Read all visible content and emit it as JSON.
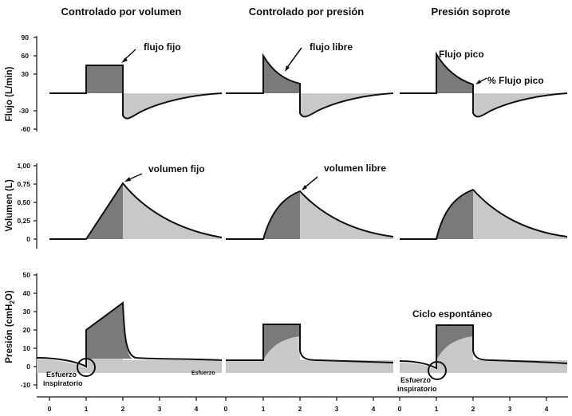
{
  "headers": {
    "volume_controlled": "Controlado por volumen",
    "pressure_controlled": "Controlado por presión",
    "pressure_support": "Presión soprote"
  },
  "axes": {
    "flow_label": "Flujo  (L/min)",
    "volume_label": "Volumen (L)",
    "pressure_label": "Presión  (cmH",
    "pressure_label_sub": "2",
    "pressure_label_tail": "O)",
    "flow_ticks": [
      "90",
      "60",
      "30",
      "-30",
      "-60"
    ],
    "volume_ticks": [
      "1,00",
      "0,75",
      "0,50",
      "0,25",
      "0"
    ],
    "pressure_ticks": [
      "50",
      "40",
      "30",
      "20",
      "10",
      "0",
      "-10"
    ],
    "time_ticks": [
      "0",
      "1",
      "2",
      "3",
      "4"
    ]
  },
  "annotations": {
    "fixed_flow": "flujo fijo",
    "free_flow": "flujo libre",
    "peak_flow": "Flujo pico",
    "pct_peak_flow": "% Flujo pico",
    "fixed_volume": "volumen fijo",
    "free_volume": "volumen libre",
    "spontaneous_cycle": "Ciclo espontáneo",
    "effort_line1": "Esfuerzo",
    "effort_line2": "inspiratorio",
    "effort_partial": "Esfuerzo"
  },
  "colors": {
    "dark_fill": "#7a7a7a",
    "light_fill": "#c8c8c8",
    "line": "#111111"
  }
}
